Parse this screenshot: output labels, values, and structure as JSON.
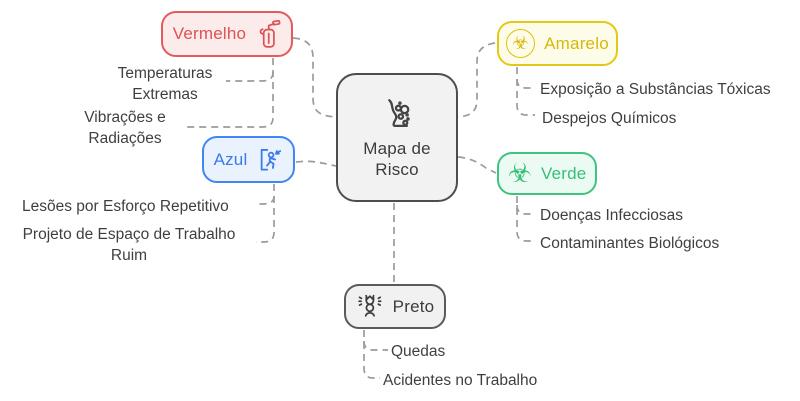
{
  "diagram": {
    "type": "mindmap",
    "connector_color": "#9b9b9b",
    "center": {
      "label_line1": "Mapa de",
      "label_line2": "Risco",
      "icon": "spill-bubbles-icon",
      "border_color": "#4d4d4d",
      "background": "#f2f2f2",
      "text_color": "#3c3c3c"
    },
    "branches": [
      {
        "id": "vermelho",
        "label": "Vermelho",
        "icon": "fire-extinguisher-icon",
        "border_color": "#e25c5c",
        "background": "#fcebeb",
        "text_color": "#de5252",
        "children": [
          "Temperaturas Extremas",
          "Vibrações e Radiações"
        ]
      },
      {
        "id": "amarelo",
        "label": "Amarelo",
        "icon": "biohazard-circle-icon",
        "border_color": "#e5c815",
        "background": "#fdfce9",
        "text_color": "#d8b80a",
        "children": [
          "Exposição a Substâncias Tóxicas",
          "Despejos Químicos"
        ]
      },
      {
        "id": "azul",
        "label": "Azul",
        "icon": "emergency-exit-icon",
        "border_color": "#4285f4",
        "background": "#eaf2fe",
        "text_color": "#3a7bea",
        "children": [
          "Lesões por Esforço Repetitivo",
          "Projeto de Espaço de Trabalho Ruim"
        ]
      },
      {
        "id": "verde",
        "label": "Verde",
        "icon": "biohazard-icon",
        "border_color": "#3ec47f",
        "background": "#ebfaf2",
        "text_color": "#36bf79",
        "children": [
          "Doenças Infecciosas",
          "Contaminantes Biológicos"
        ]
      },
      {
        "id": "preto",
        "label": "Preto",
        "icon": "falling-person-icon",
        "border_color": "#5a5a5a",
        "background": "#f1f1f1",
        "text_color": "#3c3c3c",
        "children": [
          "Quedas",
          "Acidentes no Trabalho"
        ]
      }
    ],
    "icons": {
      "biohazard_glyph": "☣"
    }
  }
}
